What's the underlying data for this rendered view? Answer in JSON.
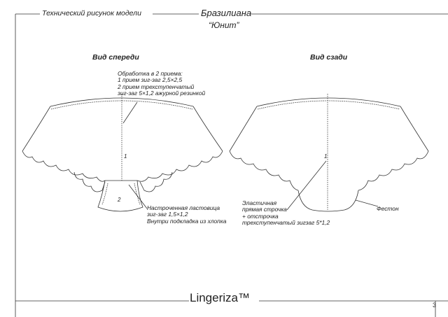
{
  "header": {
    "left_label": "Технический рисунок модели",
    "title": "Бразилиана",
    "subtitle": "“Юнит”"
  },
  "views": {
    "front": {
      "title": "Вид спереди",
      "part_label_body": "1",
      "part_label_gusset": "2",
      "note_waistband": [
        "Обработка в 2 приема:",
        "1 прием зиг-заг 2,5×2,5",
        "2 прием трехступенчатый",
        "зиг-заг 5×1,2 ажурной резинкой"
      ],
      "note_gusset": [
        "Настроченная ластовица",
        "зиг-заг 1,5×1,2",
        "Внутри подкладка из хлопка"
      ]
    },
    "back": {
      "title": "Вид сзади",
      "part_label_body": "1",
      "note_seam": [
        "Эластичная",
        "прямая строчка",
        "+ отстрочка",
        "трехступенчатый зигзаг 5*1,2"
      ],
      "note_edge": "Фестон"
    }
  },
  "footer": {
    "brand": "Lingeriza™",
    "page_number": "3"
  }
}
